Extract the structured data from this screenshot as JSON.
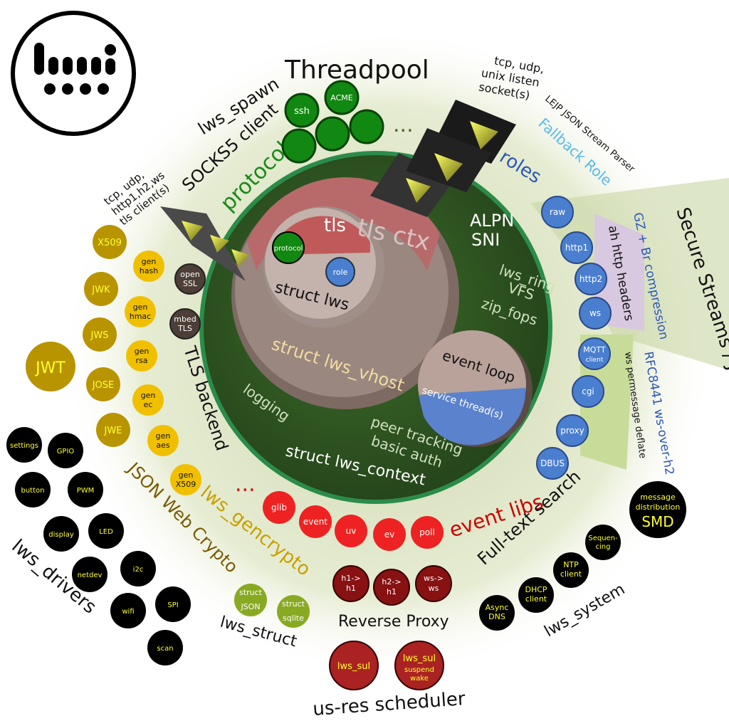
{
  "logo": {
    "name": "lws logo"
  },
  "labels": {
    "threadpool": "Threadpool",
    "lws_spawn": "lws_spawn",
    "socks5": "SOCKS5 client",
    "protocol": "protocol",
    "client_sockets": [
      "tcp, udp,",
      "http1,h2,ws",
      "tls client(s)"
    ],
    "listen_sockets": [
      "tcp, udp,",
      "unix listen",
      "socket(s)"
    ],
    "lejp": "LEJP JSON Stream Parser",
    "fallback_role": "Fallback Role",
    "roles": "roles",
    "secure_streams": "Secure Streams / JSON policy",
    "gz_br": "GZ + Br compression",
    "ah_http_headers": "ah http headers",
    "rfc8441": "RFC8441 ws-over-h2",
    "ws_deflate": "ws permessage deflate",
    "tls_backend": "TLS backend",
    "json_web_crypto": "JSON Web Crypto",
    "lws_gencrypto": "lws_gencrypto",
    "lws_drivers": "lws_drivers",
    "lws_struct": "lws_struct",
    "reverse_proxy": "Reverse Proxy",
    "us_res_scheduler": "us-res scheduler",
    "event_libs": "event libs",
    "full_text_search": "Full-text search",
    "lws_system": "lws_system"
  },
  "core": {
    "tls_ctx": "tls ctx",
    "tls": "tls",
    "protocol": "protocol",
    "role": "role",
    "struct_lws": "struct lws",
    "alpn": "ALPN",
    "sni": "SNI",
    "lws_ring": "lws_ring",
    "vfs": "VFS",
    "zip_fops": "zip_fops",
    "struct_lws_vhost": "struct lws_vhost",
    "event_loop": "event loop",
    "service_threads": "service thread(s)",
    "logging": "logging",
    "peer_tracking": "peer tracking",
    "basic_auth": "basic auth",
    "struct_lws_context": "struct lws_context"
  },
  "threadpool_items": [
    "ssh",
    "ACME",
    "",
    "",
    ""
  ],
  "roles_items": [
    "raw",
    "http1",
    "http2",
    "ws",
    "MQTT",
    "client",
    "cgi",
    "proxy",
    "DBUS"
  ],
  "tls_items": [
    "open",
    "SSL",
    "mbed",
    "TLS"
  ],
  "gen_items": [
    [
      "gen",
      "hash"
    ],
    [
      "gen",
      "hmac"
    ],
    [
      "gen",
      "rsa"
    ],
    [
      "gen",
      "ec"
    ],
    [
      "gen",
      "aes"
    ],
    [
      "gen",
      "X509"
    ]
  ],
  "jose_items": [
    "X509",
    "JWK",
    "JWS",
    "JOSE",
    "JWE",
    "JWT"
  ],
  "drivers_items": [
    "settings",
    "GPIO",
    "button",
    "PWM",
    "display",
    "LED",
    "netdev",
    "i2c",
    "wifi",
    "SPI",
    "scan"
  ],
  "struct_items": [
    [
      "struct",
      "JSON"
    ],
    [
      "struct",
      "sqlite"
    ]
  ],
  "proxy_items": [
    [
      "h1->",
      "h1"
    ],
    [
      "h2->",
      "h1"
    ],
    [
      "ws->",
      "ws"
    ]
  ],
  "sul_items": [
    "lws_sul",
    "lws_sul",
    "suspend",
    "wake"
  ],
  "event_lib_items": [
    "glib",
    "event",
    "uv",
    "ev",
    "poll"
  ],
  "system_items": [
    [
      "message",
      "distribution"
    ],
    "SMD",
    [
      "Sequen-",
      "cing"
    ],
    [
      "NTP",
      "client"
    ],
    [
      "DHCP",
      "client"
    ],
    [
      "Async",
      "DNS"
    ]
  ],
  "ellipsis": "..."
}
